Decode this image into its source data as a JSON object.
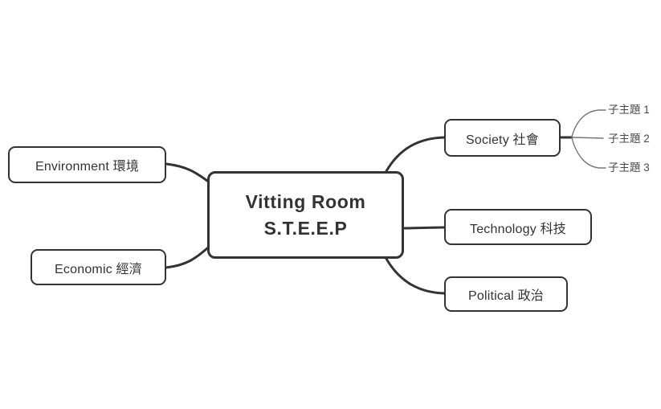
{
  "center_topic": {
    "line1": "Vitting Room",
    "line2": "S.T.E.E.P"
  },
  "topics": {
    "environment": {
      "label": "Environment 環境"
    },
    "economic": {
      "label": "Economic 經濟"
    },
    "society": {
      "label": "Society 社會"
    },
    "technology": {
      "label": "Technology 科技"
    },
    "political": {
      "label": "Political 政治"
    }
  },
  "subtopics": [
    {
      "label": "子主題 1"
    },
    {
      "label": "子主題 2"
    },
    {
      "label": "子主題 3"
    }
  ],
  "colors": {
    "canvas_bg": "#ffffff",
    "node_border": "#333333",
    "node_fill": "#ffffff",
    "text": "#333333",
    "connector": "#333333",
    "subtopic_connector": "#777777",
    "subtopic_text": "#4a4a4a"
  }
}
